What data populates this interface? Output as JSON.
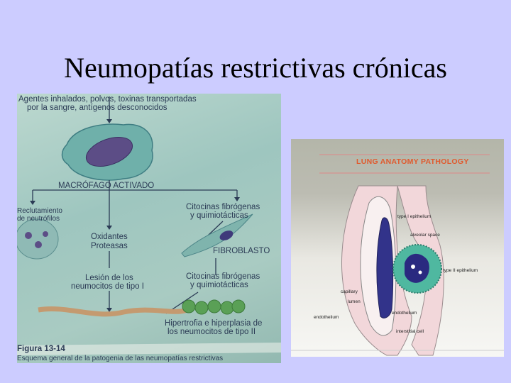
{
  "slide": {
    "title": "Neumopatías restrictivas crónicas"
  },
  "left_figure": {
    "top_text_1": "Agentes inhalados, polvos, toxinas transportadas",
    "top_text_2": "por la sangre, antígenos desconocidos",
    "macrophage": "MACRÓFAGO ACTIVADO",
    "recruitment_1": "Reclutamiento",
    "recruitment_2": "de neutrófilos",
    "oxidants_1": "Oxidantes",
    "oxidants_2": "Proteasas",
    "cytokines_top_1": "Citocinas fibrógenas",
    "cytokines_top_2": "y quimiotácticas",
    "fibroblast": "FIBROBLASTO",
    "cytokines_bottom_1": "Citocinas fibrógenas",
    "cytokines_bottom_2": "y quimiotácticas",
    "lesion_1": "Lesión de los",
    "lesion_2": "neumocitos de tipo I",
    "hypertrophy_1": "Hipertrofia e hiperplasia de",
    "hypertrophy_2": "los neumocitos de tipo II",
    "figure_number": "Figura 13-14",
    "caption": "Esquema general de la patogenia de las neumopatías restrictivas"
  },
  "right_figure": {
    "header": "LUNG ANATOMY PATHOLOGY",
    "labels": {
      "type1": "type I epithelium",
      "alveolar": "alveolar space",
      "type2": "type II epithelium",
      "capillary": "capillary",
      "lumen": "lumen",
      "endothelium_left": "endothelium",
      "endothelium_right": "endothelium",
      "interstitial": "interstitial cell"
    }
  },
  "colors": {
    "background": "#ccccff",
    "left_photo": "#a9cbc2",
    "header_orange": "#e05a2e"
  }
}
